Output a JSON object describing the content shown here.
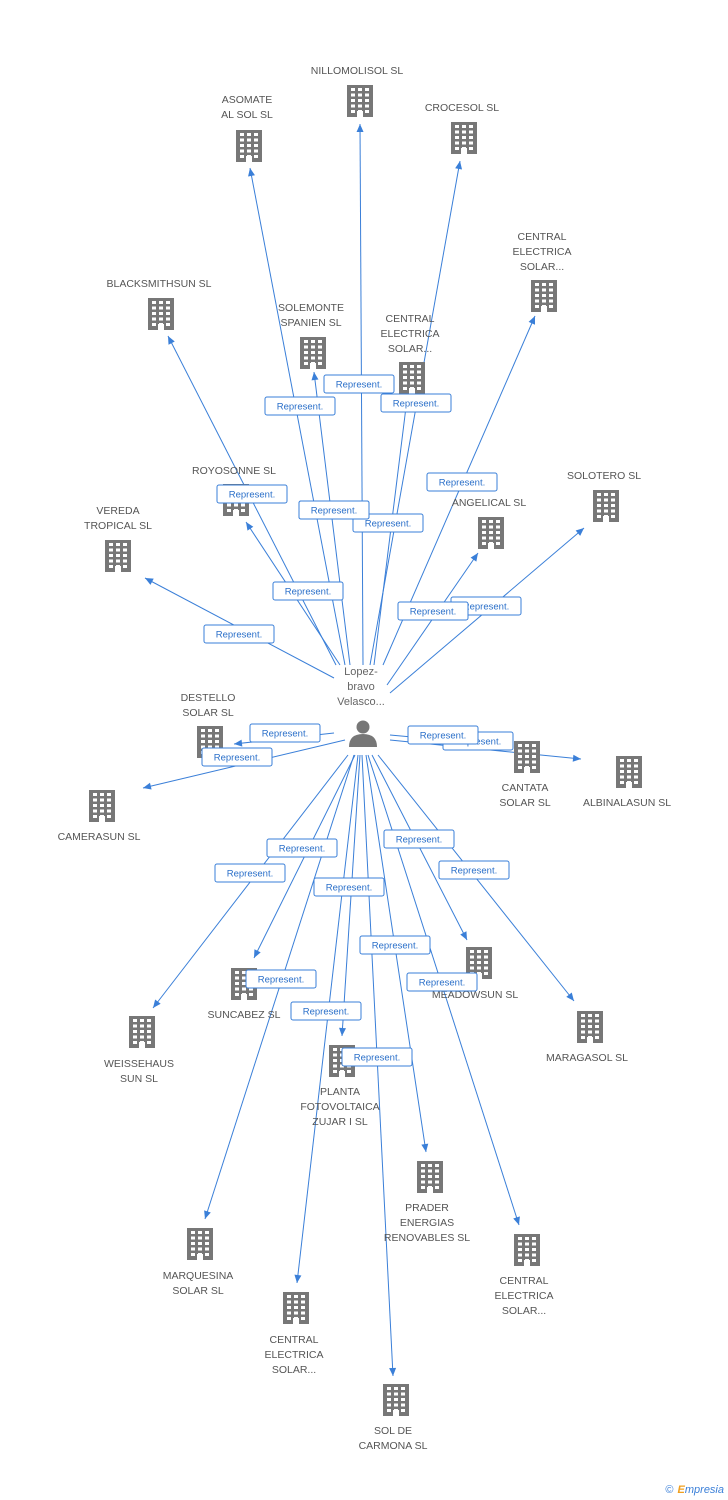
{
  "center": {
    "label": [
      "Lopez-",
      "bravo",
      "Velasco..."
    ],
    "icon": "person-icon"
  },
  "edge_label": "Represent.",
  "companies": [
    {
      "id": "nillomolisol",
      "label": [
        "NILLOMOLISOL SL"
      ]
    },
    {
      "id": "asomate",
      "label": [
        "ASOMATE",
        "AL SOL SL"
      ]
    },
    {
      "id": "crocesol",
      "label": [
        "CROCESOL SL"
      ]
    },
    {
      "id": "central1",
      "label": [
        "CENTRAL",
        "ELECTRICA",
        "SOLAR..."
      ]
    },
    {
      "id": "blacksmithsun",
      "label": [
        "BLACKSMITHSUN SL"
      ]
    },
    {
      "id": "solemonte",
      "label": [
        "SOLEMONTE",
        "SPANIEN SL"
      ]
    },
    {
      "id": "central2",
      "label": [
        "CENTRAL",
        "ELECTRICA",
        "SOLAR..."
      ]
    },
    {
      "id": "royosonne",
      "label": [
        "ROYOSONNE SL"
      ]
    },
    {
      "id": "solotero",
      "label": [
        "SOLOTERO SL"
      ]
    },
    {
      "id": "angelical",
      "label": [
        "ANGELICAL SL"
      ]
    },
    {
      "id": "vereda",
      "label": [
        "VEREDA",
        "TROPICAL SL"
      ]
    },
    {
      "id": "destello",
      "label": [
        "DESTELLO",
        "SOLAR SL"
      ]
    },
    {
      "id": "camerasun",
      "label": [
        "CAMERASUN SL"
      ]
    },
    {
      "id": "cantata",
      "label": [
        "CANTATA",
        "SOLAR SL"
      ]
    },
    {
      "id": "albinalasun",
      "label": [
        "ALBINALASUN SL"
      ]
    },
    {
      "id": "suncabez",
      "label": [
        "SUNCABEZ SL"
      ]
    },
    {
      "id": "meadowsun",
      "label": [
        "MEADOWSUN SL"
      ]
    },
    {
      "id": "maragasol",
      "label": [
        "MARAGASOL SL"
      ]
    },
    {
      "id": "weissehaus",
      "label": [
        "WEISSEHAUS",
        "SUN SL"
      ]
    },
    {
      "id": "planta",
      "label": [
        "PLANTA",
        "FOTOVOLTAICA",
        "ZUJAR I SL"
      ]
    },
    {
      "id": "prader",
      "label": [
        "PRADER",
        "ENERGIAS",
        "RENOVABLES SL"
      ]
    },
    {
      "id": "marquesina",
      "label": [
        "MARQUESINA",
        "SOLAR SL"
      ]
    },
    {
      "id": "central3",
      "label": [
        "CENTRAL",
        "ELECTRICA",
        "SOLAR..."
      ]
    },
    {
      "id": "central4",
      "label": [
        "CENTRAL",
        "ELECTRICA",
        "SOLAR..."
      ]
    },
    {
      "id": "solcarmona",
      "label": [
        "SOL DE",
        "CARMONA SL"
      ]
    }
  ],
  "footer": {
    "copyright": "©",
    "brand_first": "E",
    "brand_rest": "mpresia"
  }
}
